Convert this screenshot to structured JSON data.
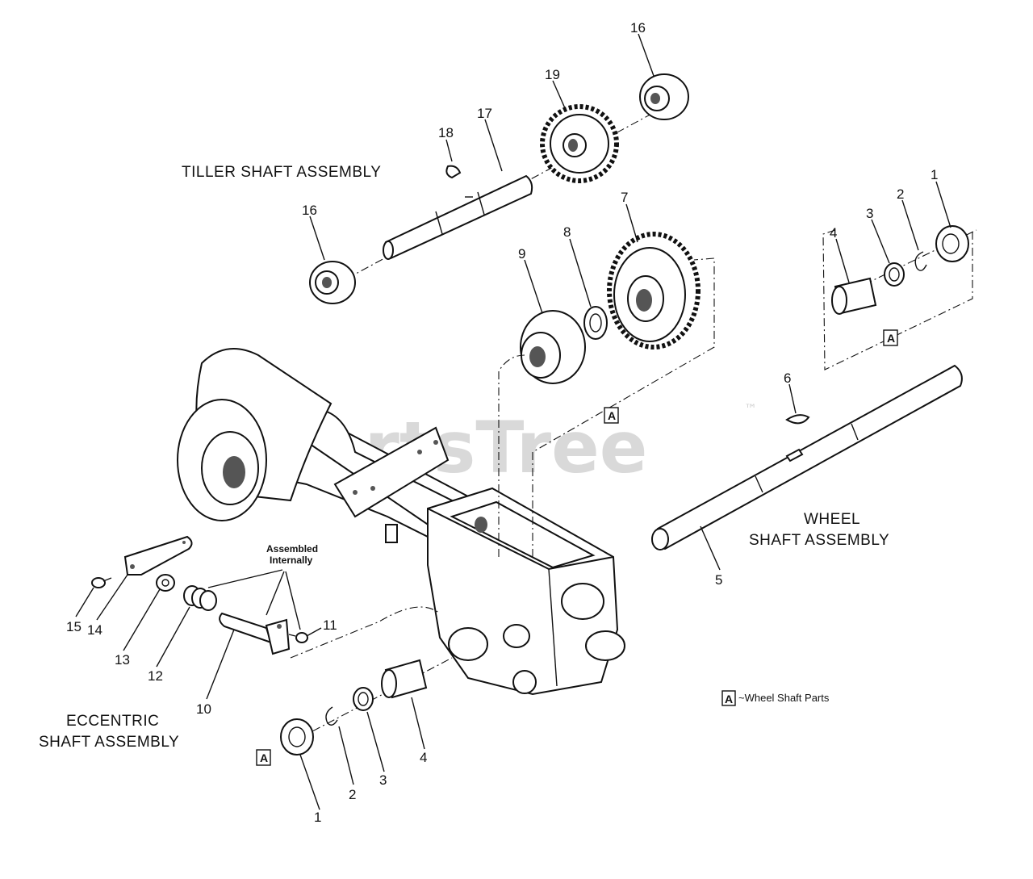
{
  "watermark": {
    "brand": "PartsTree",
    "trademark": "™"
  },
  "assemblies": {
    "tiller": "TILLER SHAFT ASSEMBLY",
    "wheel_line1": "WHEEL",
    "wheel_line2": "SHAFT ASSEMBLY",
    "eccentric_line1": "ECCENTRIC",
    "eccentric_line2": "SHAFT ASSEMBLY"
  },
  "assembled_internally": {
    "line1": "Assembled",
    "line2": "Internally"
  },
  "legend": {
    "box": "A",
    "text": "~Wheel Shaft Parts"
  },
  "ref_box_label": "A",
  "callouts": [
    "1",
    "1",
    "2",
    "2",
    "3",
    "3",
    "4",
    "4",
    "5",
    "6",
    "7",
    "8",
    "9",
    "10",
    "11",
    "12",
    "13",
    "14",
    "15",
    "16",
    "16",
    "17",
    "18",
    "19"
  ]
}
